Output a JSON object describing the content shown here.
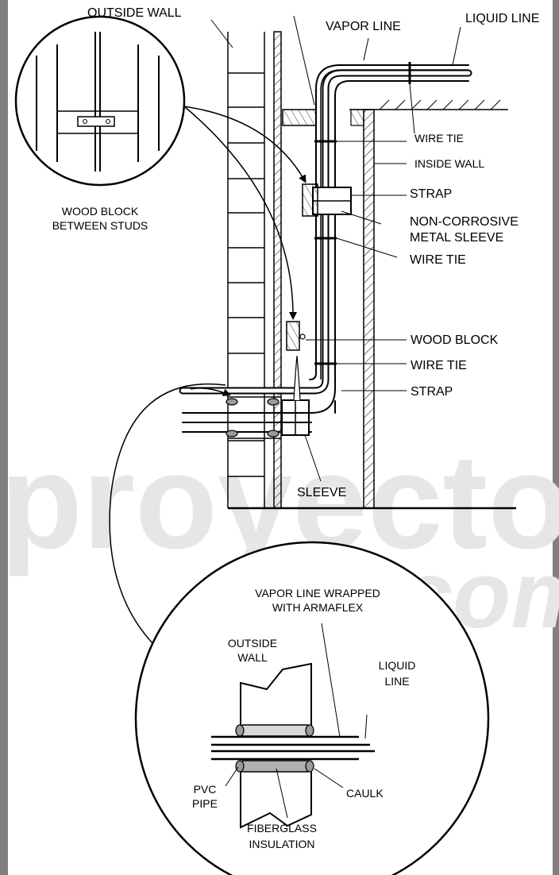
{
  "watermark": {
    "line1": "proyecto",
    "line2": ".com"
  },
  "labels": {
    "outside_wall": "OUTSIDE WALL",
    "vapor_line": "VAPOR LINE",
    "liquid_line": "LIQUID LINE",
    "wire_tie_top": "WIRE TIE",
    "inside_wall": "INSIDE WALL",
    "strap_top": "STRAP",
    "non_corrosive_1": "NON-CORROSIVE",
    "non_corrosive_2": "METAL SLEEVE",
    "wire_tie_mid": "WIRE TIE",
    "wood_block": "WOOD BLOCK",
    "wire_tie_low": "WIRE TIE",
    "strap_low": "STRAP",
    "sleeve": "SLEEVE",
    "wood_block_between_1": "WOOD BLOCK",
    "wood_block_between_2": "BETWEEN STUDS"
  },
  "detail": {
    "vapor_wrapped_1": "VAPOR LINE WRAPPED",
    "vapor_wrapped_2": "WITH ARMAFLEX",
    "outside_1": "OUTSIDE",
    "outside_2": "WALL",
    "liquid_1": "LIQUID",
    "liquid_2": "LINE",
    "pvc_1": "PVC",
    "pvc_2": "PIPE",
    "caulk": "CAULK",
    "fiberglass_1": "FIBERGLASS",
    "fiberglass_2": "INSULATION"
  },
  "colors": {
    "frame": "#808080",
    "ink": "#000000",
    "watermark": "#e6e6e6"
  }
}
